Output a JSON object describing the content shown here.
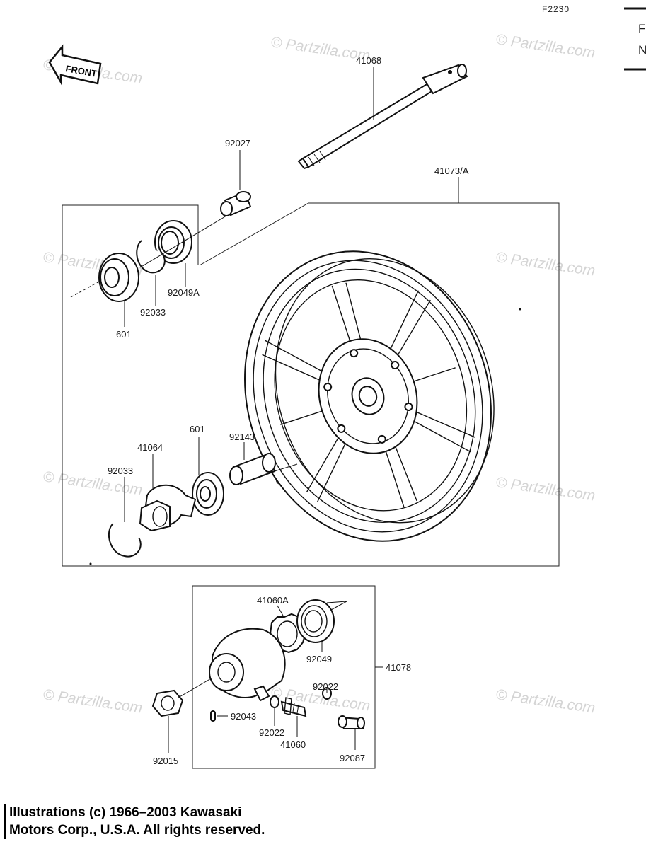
{
  "diagram_code": "F2230",
  "front_label": "FRONT",
  "edge_letters": [
    "F",
    "N"
  ],
  "watermark": "© Partzilla.com",
  "copyright": {
    "line1": "Illustrations (c) 1966–2003 Kawasaki",
    "line2": "Motors Corp., U.S.A.  All rights reserved."
  },
  "parts": {
    "axle": "41068",
    "wheel": "41073/A",
    "collar_top": "92027",
    "oil_seal_top": "92049A",
    "circlip_top": "92033",
    "bearing_top": "601",
    "bearing_bottom": "601",
    "spacer": "92143",
    "coupling_plate": "41064",
    "circlip_bottom": "92033",
    "drive_gear": "41060A",
    "oil_seal_gear": "92049",
    "gear_housing_assy": "41078",
    "washer_right": "92022",
    "washer_left": "92022",
    "pinion": "41060",
    "pin": "92043",
    "axle_nut": "92015",
    "bushing": "92087"
  }
}
